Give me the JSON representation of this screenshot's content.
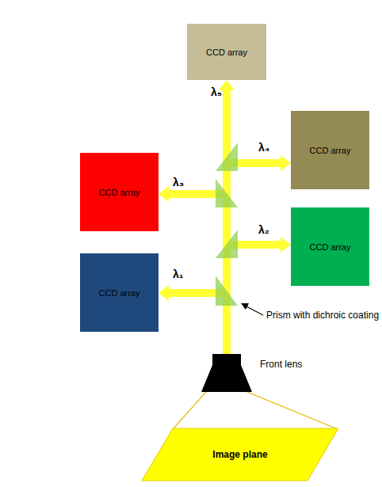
{
  "diagram": {
    "nodes": [
      {
        "text": [
          "CCD array"
        ]
      },
      {
        "text": [
          "CCD array"
        ]
      },
      {
        "text": [
          "CCD array"
        ]
      },
      {
        "text": [
          "CCD array"
        ]
      },
      {
        "text": [
          "CCD array"
        ]
      },
      {
        "text": [
          "Front lens"
        ]
      },
      {
        "text": [
          "Image plane"
        ]
      }
    ],
    "edges": [
      {
        "from": 5,
        "to": 0,
        "label": "λ₅",
        "arrow": "to"
      },
      {
        "from": 5,
        "to": 1,
        "label": "λ₄",
        "arrow": "to"
      },
      {
        "from": 5,
        "to": 2,
        "label": "λ₃",
        "arrow": "to"
      },
      {
        "from": 5,
        "to": 3,
        "label": "λ₂",
        "arrow": "to"
      },
      {
        "from": 5,
        "to": 4,
        "label": "λ₁",
        "arrow": "to"
      },
      {
        "from": 6,
        "to": 5,
        "arrow": "none"
      }
    ],
    "labels": [
      "Prism with dichroic coating"
    ]
  }
}
